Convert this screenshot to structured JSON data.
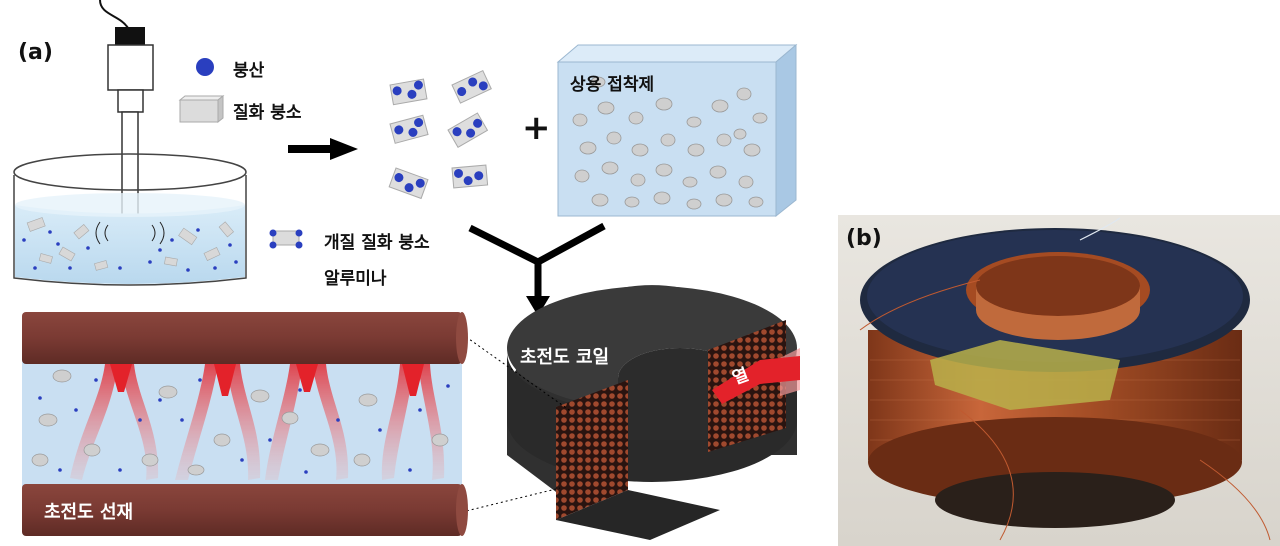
{
  "panel_a": {
    "label": "(a)",
    "legend": {
      "boric_acid": "붕산",
      "boron_nitride": "질화 붕소",
      "modified_bn": "개질 질화 붕소",
      "alumina": "알루미나"
    },
    "adhesive_label": "상용 접착제",
    "plus_sign": "+",
    "coil_label": "초전도 코일",
    "heat_label": "열",
    "wire_label": "초전도 선재"
  },
  "panel_b": {
    "label": "(b)"
  },
  "colors": {
    "boric_acid_dot": "#2a3fbf",
    "adhesive_block": "#c9dff2",
    "wire": "#7a3a33",
    "coil_body": "#2f2f2f",
    "heat_arrow": "#e3222a"
  }
}
